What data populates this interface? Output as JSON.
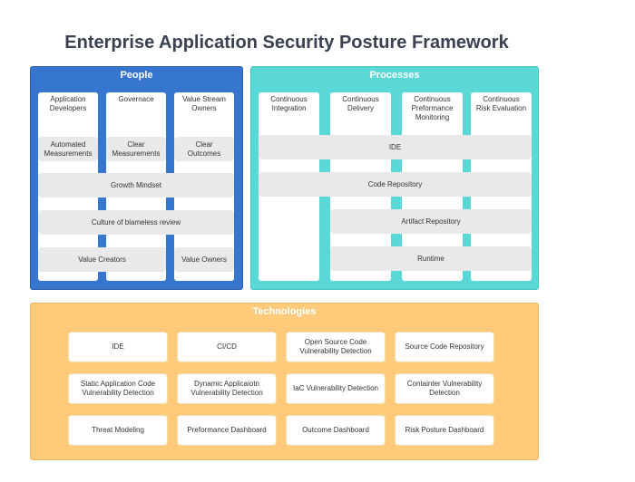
{
  "title": "Enterprise Application Security Posture Framework",
  "colors": {
    "people": "#3676cf",
    "processes": "#5ad8d8",
    "technologies": "#ffcb7b",
    "bar": "#e9e9e9",
    "title": "#3a4150"
  },
  "people": {
    "title": "People",
    "columns": [
      "Application\nDevelopers",
      "Governace",
      "Value Stream\nOwners"
    ],
    "cells": [
      "Automated\nMeasurements",
      "Clear\nMeasurements",
      "Clear\nOutcomes"
    ],
    "bars": [
      "Growth Mindset",
      "Culture of blameless review"
    ],
    "bottom": [
      "Value Creators",
      "Value Owners"
    ]
  },
  "processes": {
    "title": "Processes",
    "columns": [
      "Continuous\nIntegration",
      "Continuous\nDelivery",
      "Continuous\nPreformance\nMonitoring",
      "Continuous\nRisk Evaluation"
    ],
    "bars": [
      "IDE",
      "Code Repository",
      "Artifact Repository",
      "Runtime"
    ]
  },
  "technologies": {
    "title": "Technologies",
    "items": [
      "IDE",
      "CI/CD",
      "Open Source Code\nVulnerability Detection",
      "Source Code Repository",
      "Static Application Code\nVulnerability Detection",
      "Dynamic Applicaiotn\nVulnerability Detection",
      "IaC Vulnerability Detection",
      "Containter Vulnerability\nDetection",
      "Threat Modeling",
      "Preformance Dashboard",
      "Outcome Dashboard",
      "Risk Posture Dashboard"
    ]
  }
}
